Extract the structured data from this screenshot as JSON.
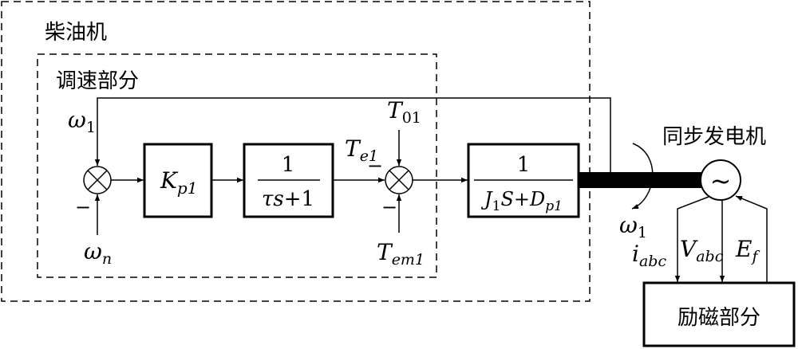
{
  "labels": {
    "diesel_engine": "柴油机",
    "governor_section": "调速部分",
    "synchronous_generator": "同步发电机",
    "excitation_section": "励磁部分"
  },
  "blocks": {
    "gain": {
      "symbol": "K",
      "subscript": "p1"
    },
    "first_order_lag": {
      "numerator": "1",
      "denominator_main": "τs",
      "denominator_tail": "+1"
    },
    "inertia": {
      "numerator": "1",
      "d1": "J",
      "d1_sub": "1",
      "d2": "S+D",
      "d2_sub": "p1"
    }
  },
  "signals": {
    "omega1_feedback": {
      "symbol": "ω",
      "subscript": "1"
    },
    "omega_n": {
      "symbol": "ω",
      "subscript": "n"
    },
    "T01": {
      "symbol": "T",
      "subscript": "01"
    },
    "Te1": {
      "symbol": "T",
      "subscript": "e1"
    },
    "Tem1": {
      "symbol": "T",
      "subscript": "em1"
    },
    "omega1_shaft": {
      "symbol": "ω",
      "subscript": "1"
    },
    "iabc": {
      "symbol": "i",
      "subscript": "abc"
    },
    "Vabc": {
      "symbol": "V",
      "subscript": "abc"
    },
    "Ef": {
      "symbol": "E",
      "subscript": "f"
    }
  },
  "signs": {
    "minus_omega_n": "−",
    "minus_te1": "−",
    "minus_tem1": "−"
  },
  "generator_symbol": "~"
}
